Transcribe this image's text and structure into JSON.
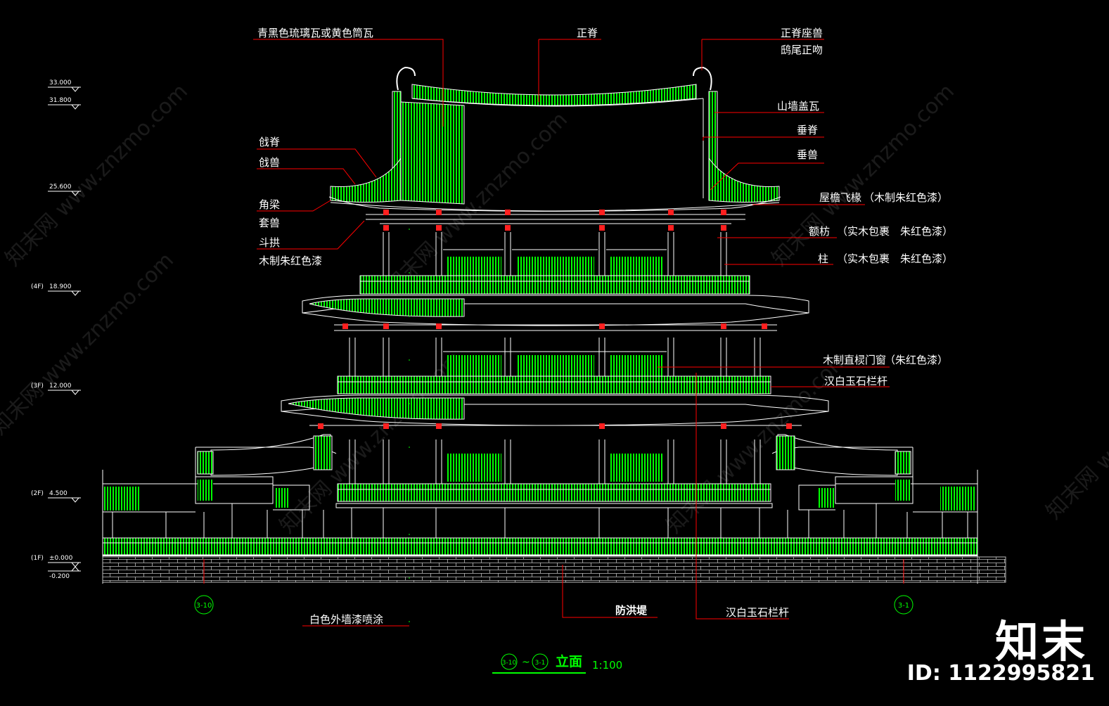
{
  "labels": {
    "glazed_tile": "青黑色琉璃瓦或黄色筒瓦",
    "main_ridge": "正脊",
    "ridge_beast": "正脊座兽",
    "chiwen": "鸱尾正吻",
    "gable_tile": "山墙盖瓦",
    "hip_ridge": "垂脊",
    "hip_beast": "垂兽",
    "iron_ridge": "戗脊",
    "iron_beast": "戗兽",
    "corner_beam": "角梁",
    "cover_beast": "套兽",
    "dougong": "斗拱",
    "wood_red": "木制朱红色漆",
    "eave_rafter": "屋檐飞椽",
    "eave_rafter_note": "（木制朱红色漆）",
    "tie_beam": "额枋",
    "tie_beam_note": "（实木包裹　朱红色漆）",
    "column": "柱",
    "column_note": "（实木包裹　朱红色漆）",
    "lattice_door": "木制直棂门窗",
    "lattice_note": "（朱红色漆）",
    "marble_rail": "汉白玉石栏杆",
    "white_wall": "白色外墙漆喷涂",
    "flood_dike": "防洪堤",
    "marble_rail_bottom": "汉白玉石栏杆"
  },
  "levels": [
    {
      "tag": "",
      "value": "33.000"
    },
    {
      "tag": "",
      "value": "31.800"
    },
    {
      "tag": "",
      "value": "25.600"
    },
    {
      "tag": "(4F)",
      "value": "18.900"
    },
    {
      "tag": "(3F)",
      "value": "12.000"
    },
    {
      "tag": "(2F)",
      "value": "4.500"
    },
    {
      "tag": "(1F)",
      "value": "±0.000"
    },
    {
      "tag": "",
      "value": "-0.200"
    }
  ],
  "axes": {
    "left": "3-10",
    "right": "3-1"
  },
  "title": {
    "axis_a": "3-10",
    "tilde": "~",
    "axis_b": "3-1",
    "text": "立面",
    "scale": "1:100"
  },
  "brand": {
    "name": "知末",
    "id": "ID: 1122995821"
  },
  "watermark": "知末网 www.znzmo.com",
  "colors": {
    "line": "#ffffff",
    "green": "#00ff00",
    "red": "#ff2020",
    "leader": "#ff0000"
  }
}
